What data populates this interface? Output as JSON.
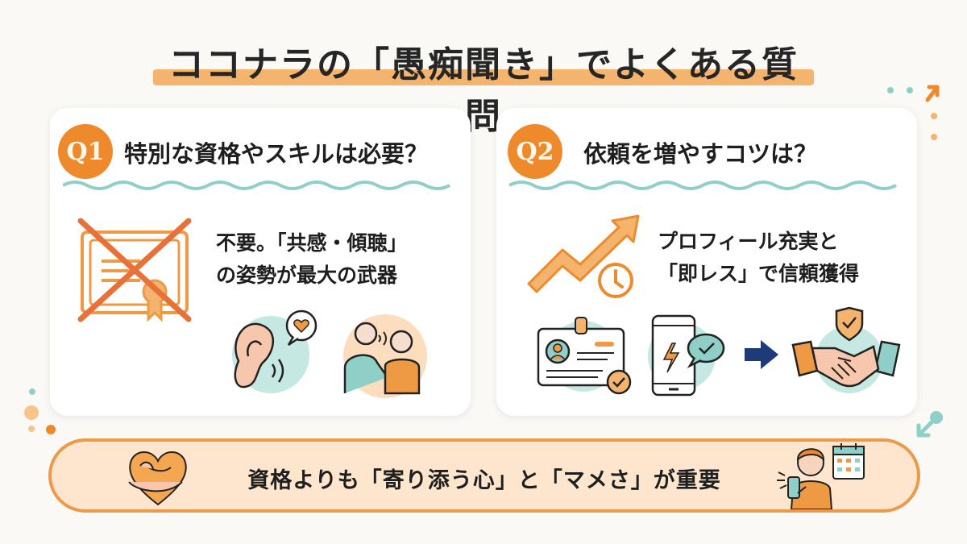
{
  "header": {
    "title": "ココナラの「愚痴聞き」でよくある質問"
  },
  "faq": [
    {
      "badge": "Q1",
      "question": "特別な資格やスキルは必要？",
      "answer_line1": "不要。「共感・傾聴」",
      "answer_line2": "の姿勢が最大の武器",
      "icons": [
        "certificate-crossed-icon",
        "ear-listening-icon",
        "supportive-people-icon"
      ]
    },
    {
      "badge": "Q2",
      "question": "依頼を増やすコツは？",
      "answer_line1": "プロフィール充実と",
      "answer_line2": "「即レス」で信頼獲得",
      "icons": [
        "growth-arrow-clock-icon",
        "profile-card-icon",
        "smartphone-quick-reply-icon",
        "arrow-right-icon",
        "trust-handshake-icon"
      ]
    }
  ],
  "footer": {
    "summary": "資格よりも「寄り添う心」と「マメさ」が重要",
    "icons": [
      "heart-hug-icon",
      "person-calendar-icon"
    ]
  },
  "colors": {
    "accent_orange": "#ee8a2c",
    "highlight_orange": "#f5b46e",
    "teal": "#8fcfc8",
    "navy_arrow": "#1f3a78",
    "bar_fill": "#fde6cd",
    "bar_border": "#ec9a4a",
    "background": "#faf9f6"
  }
}
